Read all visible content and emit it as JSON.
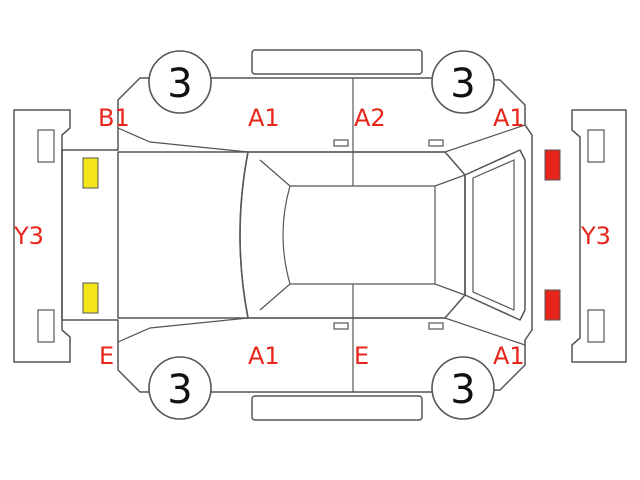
{
  "colors": {
    "line": "#555555",
    "code_text": "#e8251b",
    "wheel_text": "#111111",
    "lamp_front": "#f5e61a",
    "lamp_rear": "#e8251b"
  },
  "wheels": {
    "front_left": "3",
    "rear_left": "3",
    "front_right": "3",
    "rear_right": "3"
  },
  "codes": {
    "front_bumper": "Y3",
    "rear_bumper": "Y3",
    "left_front_fender": "B1",
    "left_front_door": "A1",
    "left_rear_door": "A2",
    "left_quarter": "A1",
    "right_front_fender": "E",
    "right_front_door": "A1",
    "right_rear_door": "E",
    "right_quarter": "A1"
  },
  "lamps": {
    "front": "amber",
    "rear": "red"
  }
}
